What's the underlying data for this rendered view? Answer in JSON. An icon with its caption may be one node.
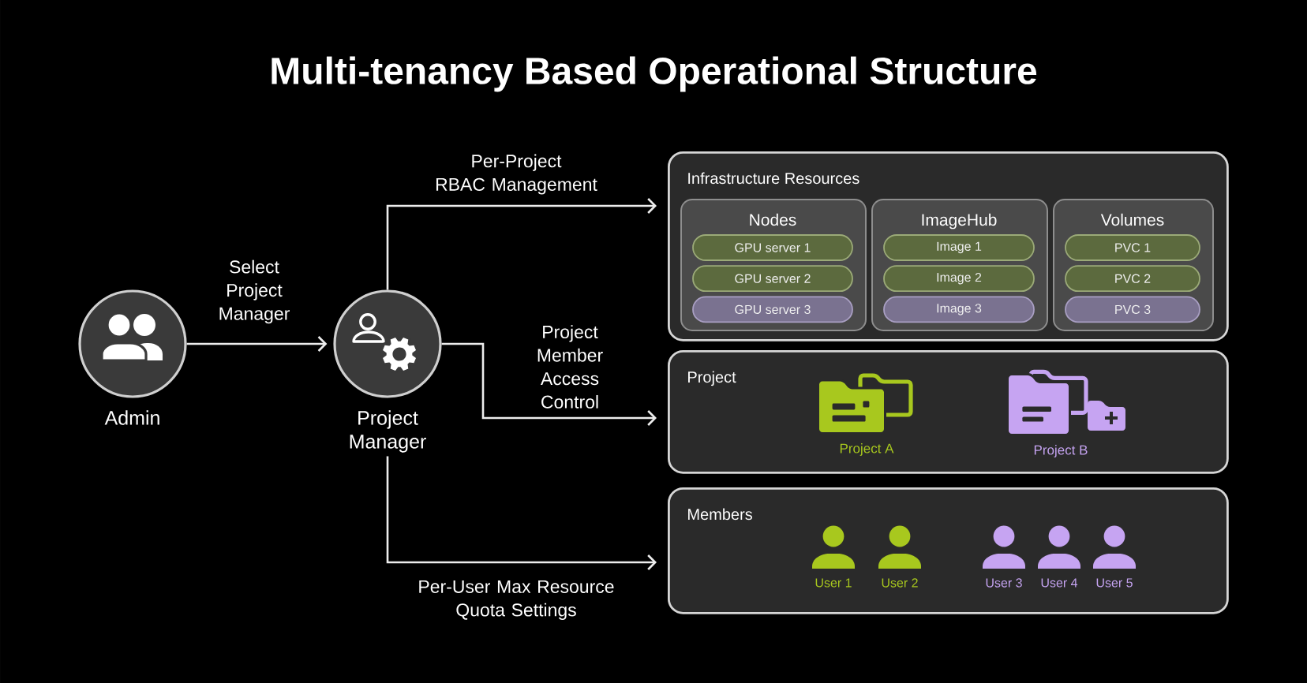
{
  "diagram": {
    "title": "Multi-tenancy Based Operational Structure",
    "nodes": [
      {
        "text": [
          "Admin"
        ]
      },
      {
        "text": [
          "Project Manager"
        ]
      },
      {
        "text": [
          "Infrastructure Resources"
        ]
      },
      {
        "text": [
          "Nodes"
        ],
        "in": 2
      },
      {
        "text": [
          "GPU server 1"
        ],
        "in": 3
      },
      {
        "text": [
          "GPU server 2"
        ],
        "in": 3
      },
      {
        "text": [
          "GPU server 3"
        ],
        "in": 3
      },
      {
        "text": [
          "ImageHub"
        ],
        "in": 2
      },
      {
        "text": [
          "Image 1"
        ],
        "in": 7
      },
      {
        "text": [
          "Image 2"
        ],
        "in": 7
      },
      {
        "text": [
          "Image 3"
        ],
        "in": 7
      },
      {
        "text": [
          "Volumes"
        ],
        "in": 2
      },
      {
        "text": [
          "PVC 1"
        ],
        "in": 11
      },
      {
        "text": [
          "PVC 2"
        ],
        "in": 11
      },
      {
        "text": [
          "PVC 3"
        ],
        "in": 11
      },
      {
        "text": [
          "Project"
        ]
      },
      {
        "text": [
          "Project A"
        ],
        "in": 15
      },
      {
        "text": [
          "Project B"
        ],
        "in": 15
      },
      {
        "text": [
          "Members"
        ]
      },
      {
        "text": [
          "User 1"
        ],
        "in": 18
      },
      {
        "text": [
          "User 2"
        ],
        "in": 18
      },
      {
        "text": [
          "User 3"
        ],
        "in": 18
      },
      {
        "text": [
          "User 4"
        ],
        "in": 18
      },
      {
        "text": [
          "User 5"
        ],
        "in": 18
      }
    ],
    "edges": [
      {
        "from": 0,
        "to": 1,
        "arrow": "to",
        "label": "Select Project Manager"
      },
      {
        "from": 1,
        "to": 2,
        "arrow": "to",
        "label": "Per-Project RBAC Management"
      },
      {
        "from": 1,
        "to": 15,
        "arrow": "to",
        "label": "Project Member Access Control"
      },
      {
        "from": 1,
        "to": 18,
        "arrow": "to",
        "label": "Per-User Max Resource Quota Settings"
      }
    ]
  }
}
